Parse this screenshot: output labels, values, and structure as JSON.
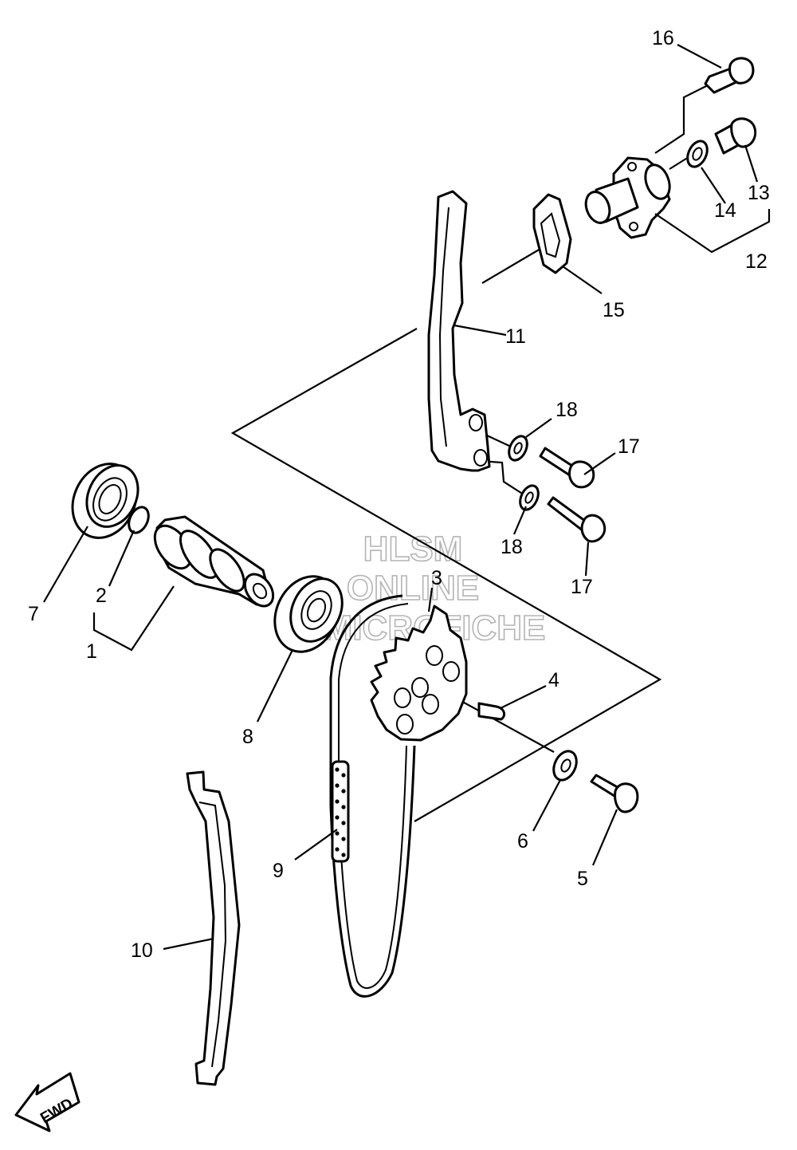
{
  "callouts": [
    {
      "id": "c1",
      "label": "1"
    },
    {
      "id": "c2",
      "label": "2"
    },
    {
      "id": "c3",
      "label": "3"
    },
    {
      "id": "c4",
      "label": "4"
    },
    {
      "id": "c5",
      "label": "5"
    },
    {
      "id": "c6",
      "label": "6"
    },
    {
      "id": "c7",
      "label": "7"
    },
    {
      "id": "c8",
      "label": "8"
    },
    {
      "id": "c9",
      "label": "9"
    },
    {
      "id": "c10",
      "label": "10"
    },
    {
      "id": "c11",
      "label": "11"
    },
    {
      "id": "c12",
      "label": "12"
    },
    {
      "id": "c13",
      "label": "13"
    },
    {
      "id": "c14",
      "label": "14"
    },
    {
      "id": "c15",
      "label": "15"
    },
    {
      "id": "c16",
      "label": "16"
    },
    {
      "id": "c17a",
      "label": "17"
    },
    {
      "id": "c17b",
      "label": "17"
    },
    {
      "id": "c18a",
      "label": "18"
    },
    {
      "id": "c18b",
      "label": "18"
    }
  ],
  "watermark": {
    "line1": "HLSM",
    "line2": "ONLINE",
    "line3": "MICROFICHE"
  },
  "direction_badge": {
    "label": "FWD"
  }
}
